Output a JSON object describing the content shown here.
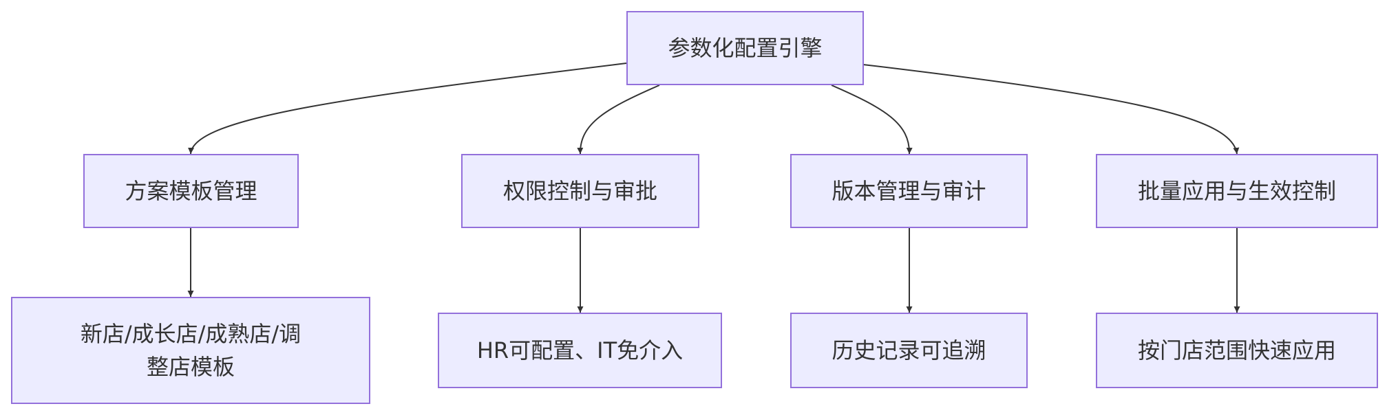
{
  "diagram": {
    "root": {
      "label": "参数化配置引擎"
    },
    "branches": [
      {
        "label": "方案模板管理",
        "child": "新店/成长店/成熟店/调整店模板"
      },
      {
        "label": "权限控制与审批",
        "child": "HR可配置、IT免介入"
      },
      {
        "label": "版本管理与审计",
        "child": "历史记录可追溯"
      },
      {
        "label": "批量应用与生效控制",
        "child": "按门店范围快速应用"
      }
    ],
    "colors": {
      "node_fill": "#ececff",
      "node_border": "#9370db",
      "text": "#333333",
      "edge": "#333333"
    }
  }
}
